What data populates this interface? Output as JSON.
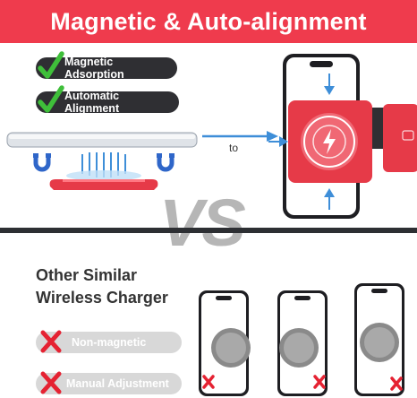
{
  "header": {
    "title": "Magnetic & Auto-alignment"
  },
  "features_good": [
    {
      "label": "Magnetic Adsorption",
      "icon": "green-check-icon"
    },
    {
      "label": "Automatic Alignment",
      "icon": "green-check-icon"
    }
  ],
  "diagram": {
    "to_label": "to"
  },
  "vs": {
    "text": "VS"
  },
  "other": {
    "title_line1": "Other Similar",
    "title_line2": "Wireless Charger"
  },
  "features_bad": [
    {
      "label": "Non-magnetic",
      "icon": "red-x-icon"
    },
    {
      "label": "Manual Adjustment",
      "icon": "red-x-icon"
    }
  ],
  "colors": {
    "brand_red": "#ef3b4d",
    "dark": "#2f2f33",
    "check_green": "#3fbf3a",
    "arrow_blue": "#3e8ed8",
    "pad_gray": "#8a8a8a"
  }
}
